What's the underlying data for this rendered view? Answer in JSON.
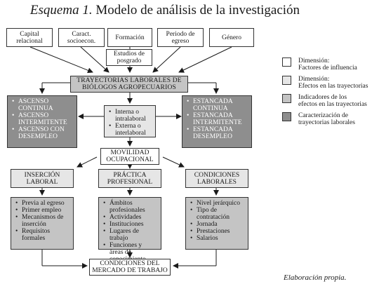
{
  "title": {
    "lead": "Esquema 1.",
    "text": "Modelo de análisis de la investigación"
  },
  "top_factors": [
    "Capital relacional",
    "Caract. socioecon.",
    "Formación",
    "Periodo de egreso",
    "Género"
  ],
  "estudios": "Estudios de posgrado",
  "trayectorias": "TRAYECTORIAS LABORALES DE BIÓLOGOS AGROPECUARIOS",
  "ascenso": [
    "ASCENSO CONTINUA",
    "ASCENSO INTERMITENTE",
    "ASCENSO CON DESEMPLEO"
  ],
  "centro": [
    "Interna o intralaboral",
    "Externa o interlaboral"
  ],
  "estancada": [
    "ESTANCADA CONTINUA",
    "ESTANCADA INTERMITENTE",
    "ESTANCADA DESEMPLEO"
  ],
  "movilidad": "MOVILIDAD OCUPACIONAL",
  "dimensiones": [
    "INSERCIÓN LABORAL",
    "PRÁCTICA PROFESIONAL",
    "CONDICIONES LABORALES"
  ],
  "insercion_items": [
    "Previa al egreso",
    "Primer empleo",
    "Mecanismos de inserción",
    "Requisitos formales"
  ],
  "practica_items": [
    "Ámbitos profesionales",
    "Actividades",
    "Instituciones",
    "Lugares de trabajo",
    "Funciones y áreas de conocimiento"
  ],
  "condiciones_items": [
    "Nivel jerárquico",
    "Tipo de contratación",
    "Jornada",
    "Prestaciones",
    "Salarios"
  ],
  "mercado": "CONDICIONES DEL MERCADO DE TRABAJO",
  "legend": [
    {
      "line1": "Dimensión:",
      "line2": "Factores de influencia",
      "color": "#ffffff"
    },
    {
      "line1": "Dimensión:",
      "line2": "Efectos en las trayectorias",
      "color": "#e6e6e6"
    },
    {
      "line1": "Indicadores de los",
      "line2": "efectos en las trayectorias",
      "color": "#c4c4c4"
    },
    {
      "line1": "Caracterización de",
      "line2": "trayectorias laborales",
      "color": "#8e8e8e"
    }
  ],
  "credit": "Elaboración propia."
}
